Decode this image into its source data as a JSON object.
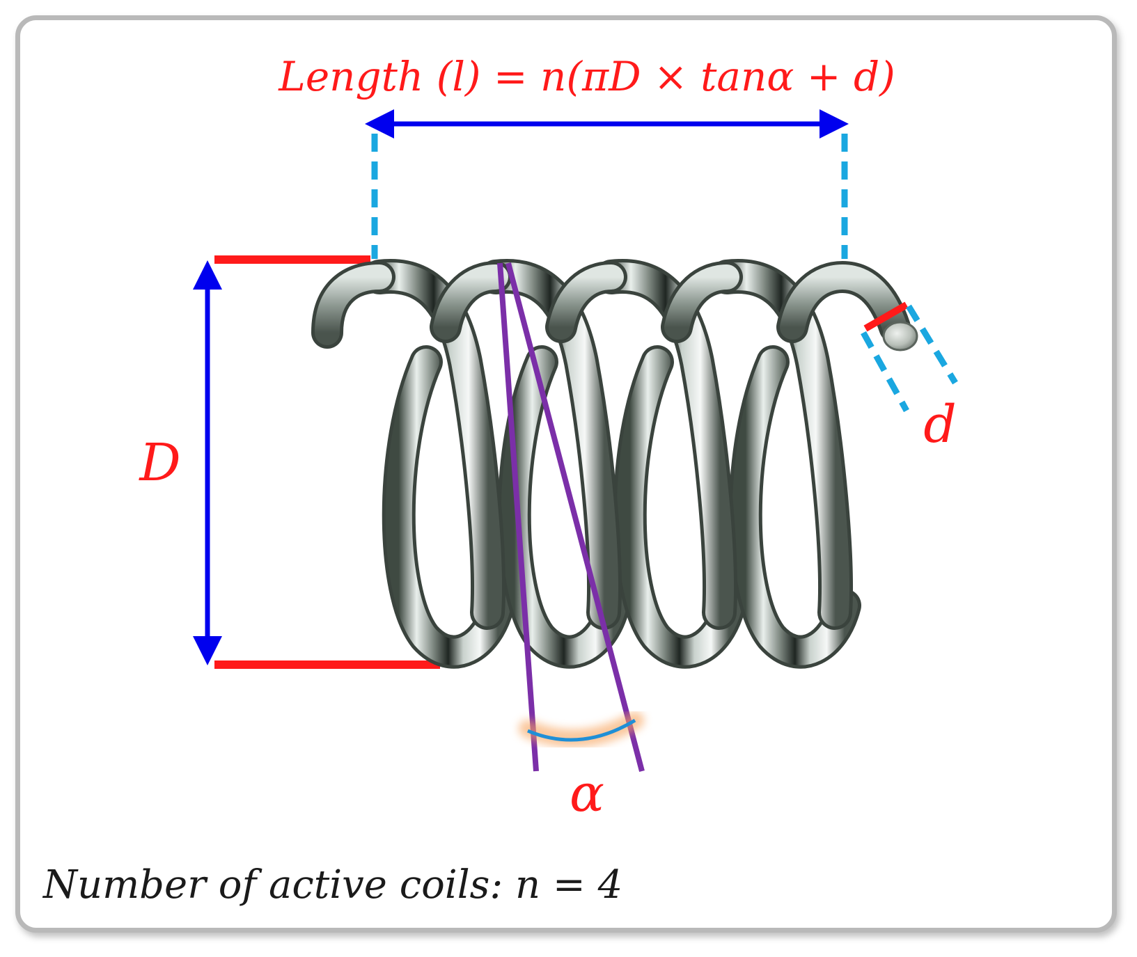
{
  "labels": {
    "length_formula": "Length (l) = n(πD × tanα + d)",
    "coil_diameter": "D",
    "wire_diameter": "d",
    "helix_angle": "α",
    "coil_count": "Number of active coils: n = 4"
  },
  "colors": {
    "dimension_red": "#ff1a1a",
    "arrow_blue": "#0000ee",
    "guide_cyan": "#1aa7e0",
    "angle_purple": "#7b2fa8",
    "angle_arc_blue": "#1f8fd6",
    "angle_glow_orange": "#f7a35c",
    "caption_black": "#1a1a1a",
    "frame_gray": "#b9b9b9"
  },
  "icons": {
    "spring": "helical-compression-spring"
  }
}
